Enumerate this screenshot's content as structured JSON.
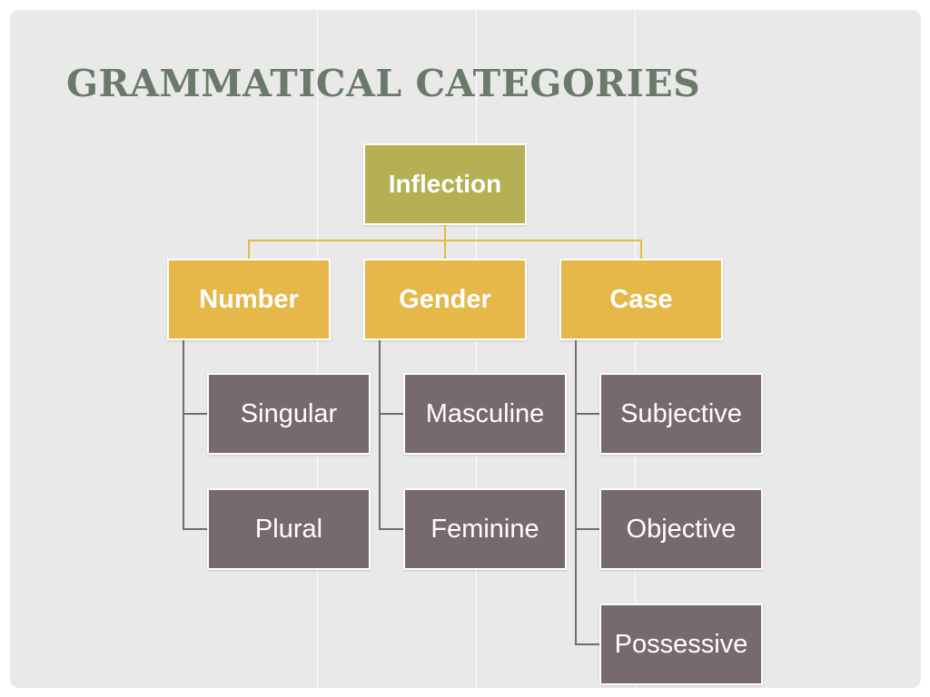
{
  "title": "GRAMMATICAL CATEGORIES",
  "diagram": {
    "root": {
      "label": "Inflection"
    },
    "categories": [
      {
        "label": "Number",
        "items": [
          "Singular",
          "Plural"
        ]
      },
      {
        "label": "Gender",
        "items": [
          "Masculine",
          "Feminine"
        ]
      },
      {
        "label": "Case",
        "items": [
          "Subjective",
          "Objective",
          "Possessive"
        ]
      }
    ]
  },
  "colors": {
    "root": "#b5b054",
    "category": "#e6b84a",
    "leaf": "#776a6c",
    "title": "#6a7a6a",
    "background": "#e9e9e9"
  }
}
